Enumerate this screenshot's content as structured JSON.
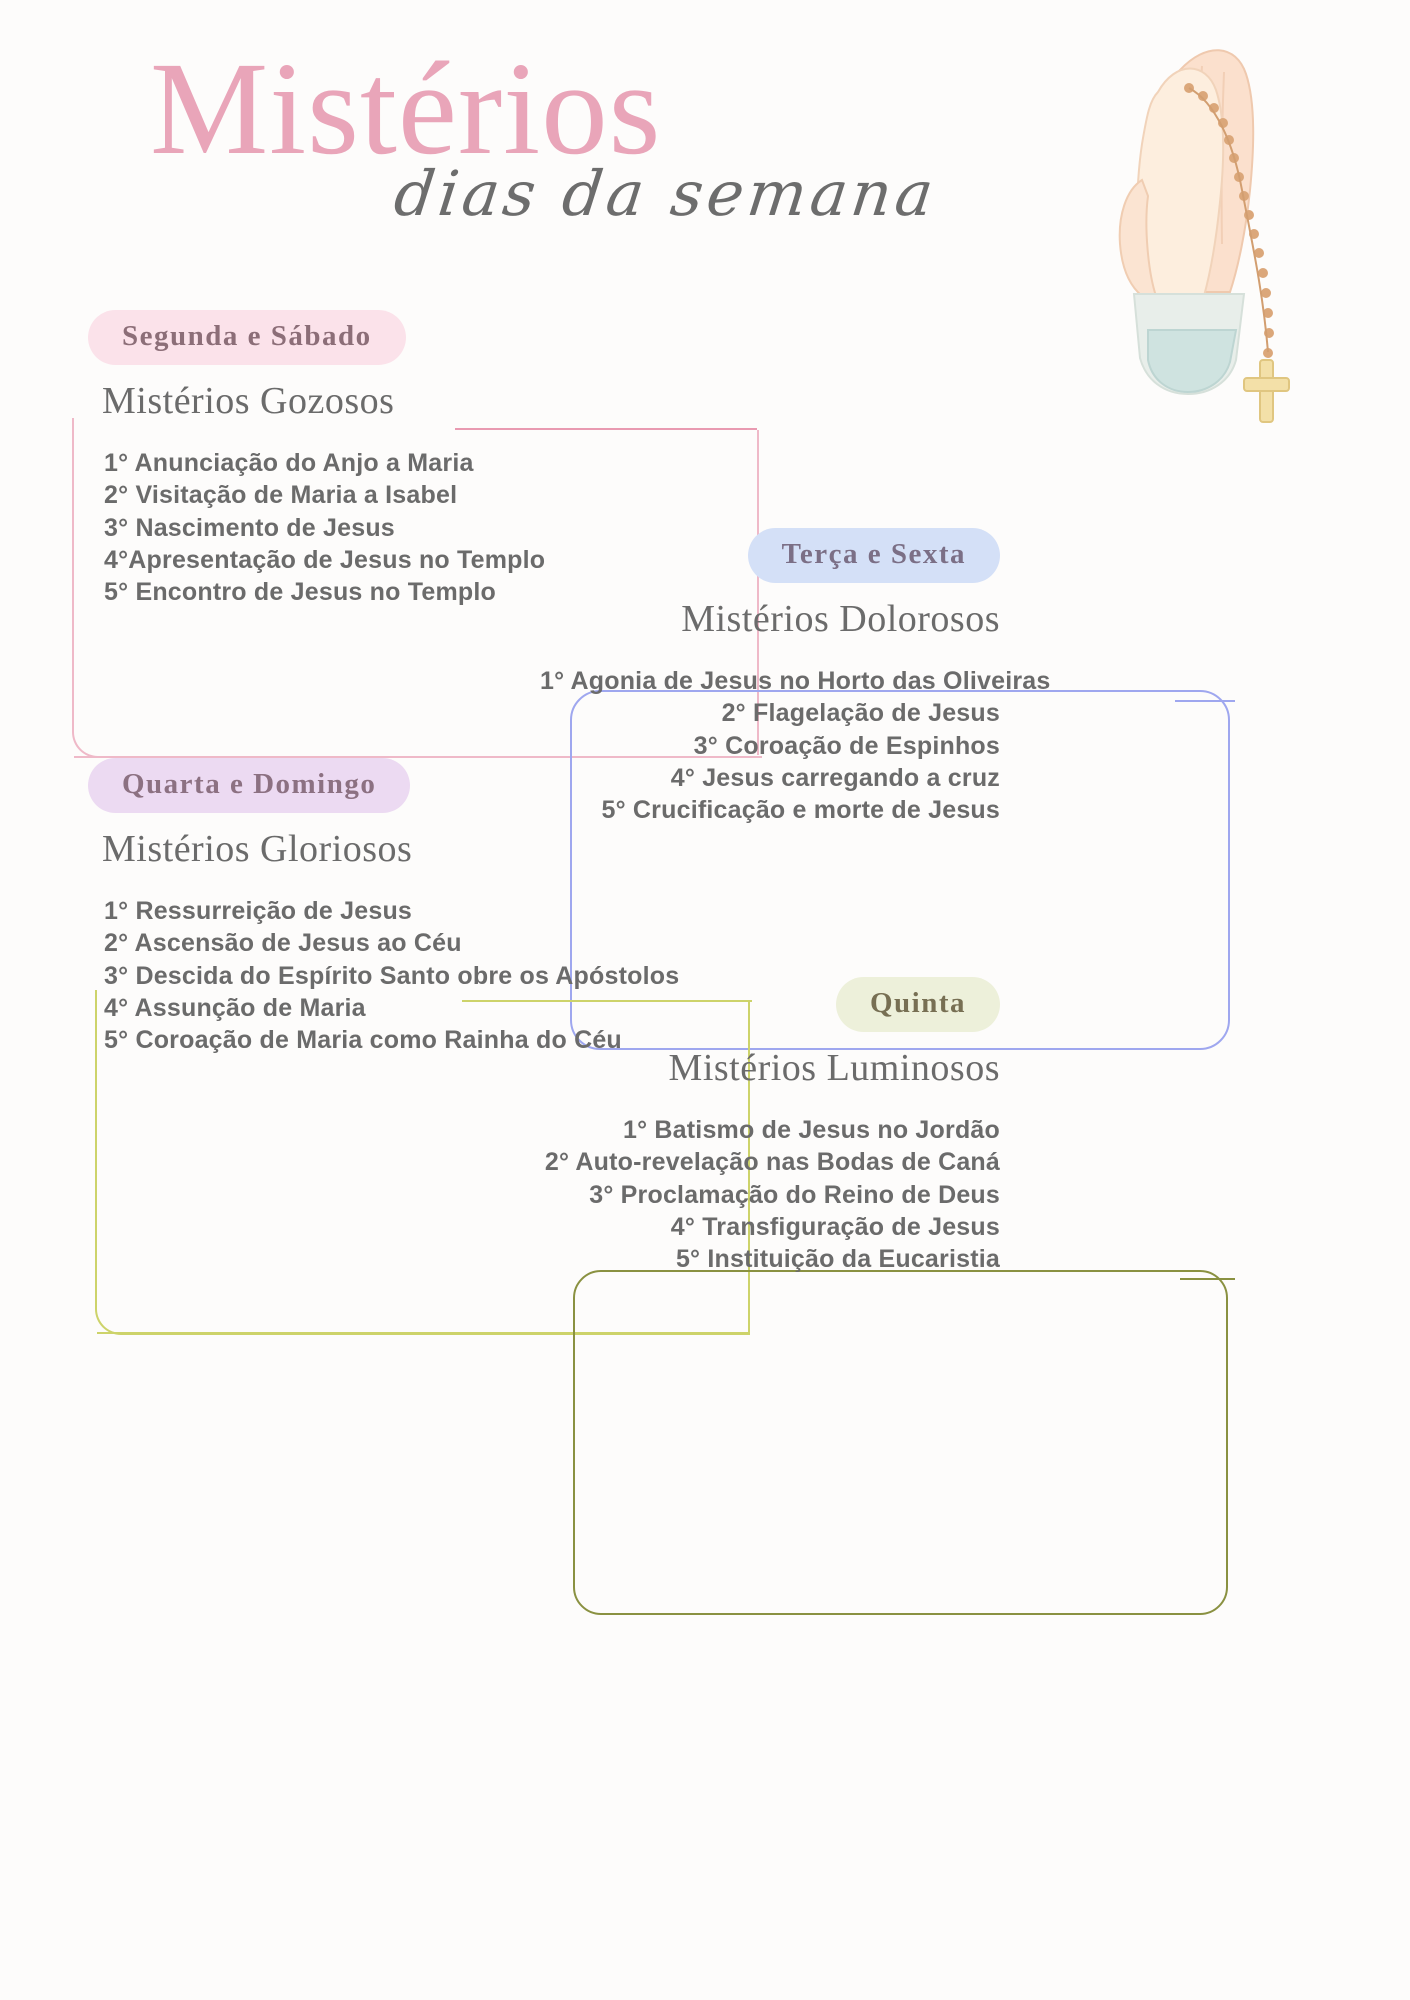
{
  "header": {
    "title": "Mistérios",
    "subtitle": "dias da semana",
    "title_color": "#e9a5b9",
    "subtitle_color": "#6d6d6d",
    "decoration_icon": "praying-hands-with-rosary"
  },
  "cards": [
    {
      "id": "gozosos",
      "days": "Segunda e Sábado",
      "mystery_title": "Mistérios Gozosos",
      "pill_color": "#fbe2ea",
      "frame_color": "#efb9c8",
      "align": "left",
      "items": [
        "1° Anunciação do Anjo a Maria",
        "2° Visitação de Maria a Isabel",
        "3° Nascimento de Jesus",
        "4°Apresentação de Jesus no Templo",
        "5° Encontro de Jesus no Templo"
      ]
    },
    {
      "id": "dolorosos",
      "days": "Terça e Sexta",
      "mystery_title": "Mistérios Dolorosos",
      "pill_color": "#d4e0f7",
      "frame_color": "#9fa7ef",
      "align": "right",
      "items": [
        "1° Agonia de Jesus no Horto das Oliveiras",
        "2° Flagelação de Jesus",
        "3° Coroação de Espinhos",
        "4° Jesus carregando a cruz",
        "5° Crucificação e morte de Jesus"
      ]
    },
    {
      "id": "gloriosos",
      "days": "Quarta e Domingo",
      "mystery_title": "Mistérios Gloriosos",
      "pill_color": "#ecdaf2",
      "frame_color": "#cdd36a",
      "align": "left",
      "items": [
        "1° Ressurreição de Jesus",
        "2° Ascensão de Jesus ao Céu",
        "3° Descida do Espírito Santo obre os Apóstolos",
        "4° Assunção de Maria",
        "5° Coroação de Maria como Rainha do Céu"
      ]
    },
    {
      "id": "luminosos",
      "days": "Quinta",
      "mystery_title": "Mistérios Luminosos",
      "pill_color": "#edf0da",
      "frame_color": "#8a9141",
      "align": "right",
      "items": [
        "1° Batismo de Jesus no Jordão",
        "2° Auto-revelação nas Bodas de Caná",
        "3° Proclamação do Reino de Deus",
        "4° Transfiguração de Jesus",
        "5° Instituição da Eucaristia"
      ]
    }
  ]
}
